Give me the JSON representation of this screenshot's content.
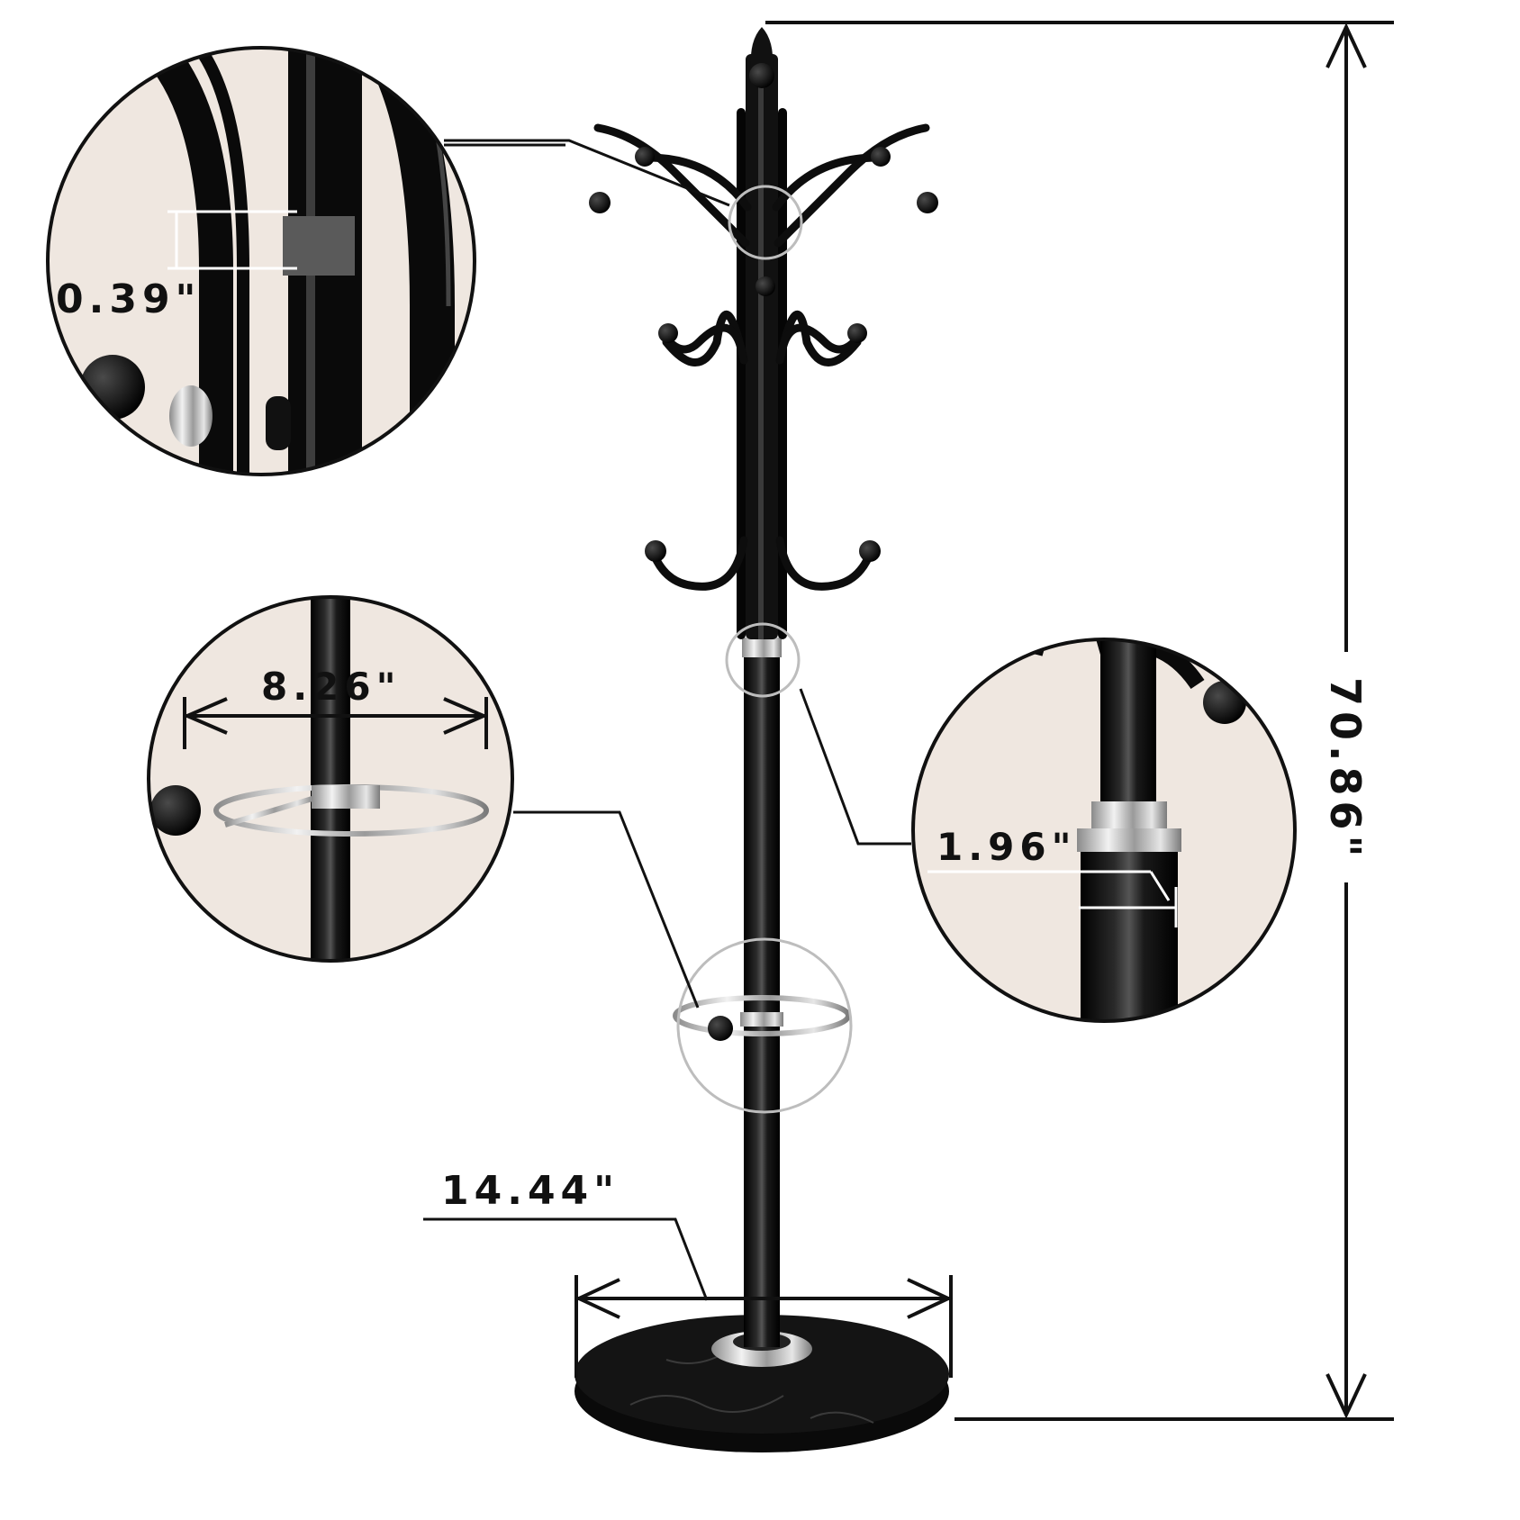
{
  "dimensions": {
    "hook_tube": "0.39\"",
    "ring_diameter": "8.26\"",
    "pole_diameter": "1.96\"",
    "base_diameter": "14.44\"",
    "total_height": "70.86\""
  },
  "colors": {
    "metal": "#0d0d0d",
    "chrome": "#c9c9c9",
    "detail_background": "#efe7e0",
    "line": "#111111",
    "callout": "#bdbdbd"
  }
}
